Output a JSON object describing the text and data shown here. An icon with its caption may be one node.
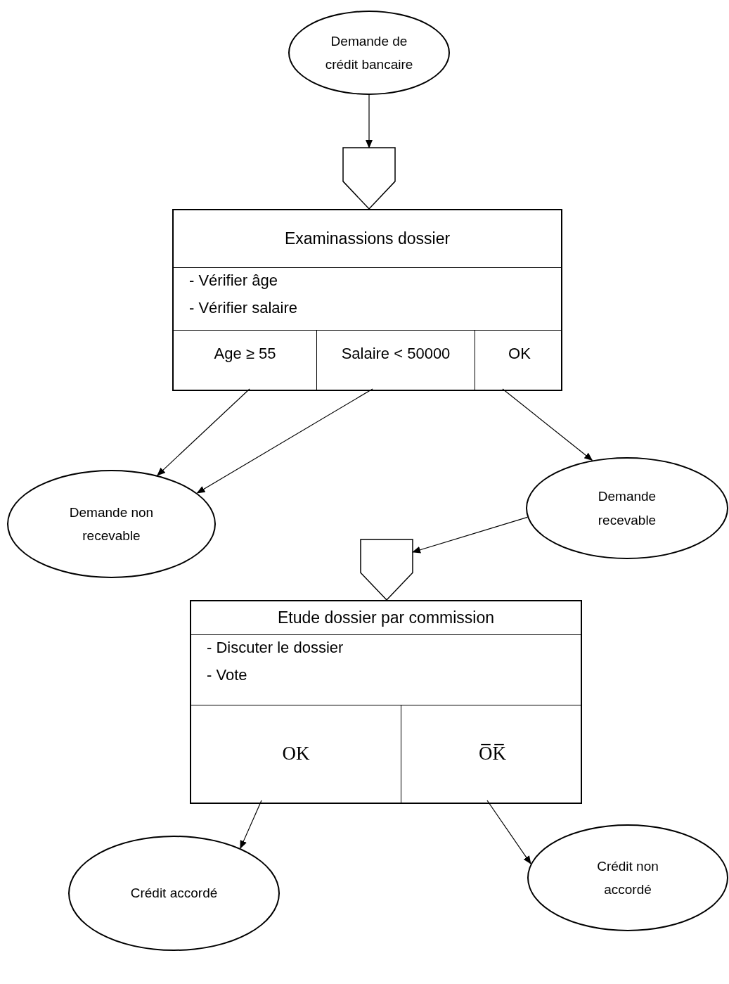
{
  "diagram": {
    "nodes": [
      {
        "text": [
          "Demande de crédit bancaire"
        ]
      },
      {
        "text": [],
        "shape": "pentagon"
      },
      {
        "text": [
          "Examinassions dossier",
          "- Vérifier âge",
          "- Vérifier salaire"
        ]
      },
      {
        "text": [
          "Age ≥ 55"
        ],
        "in": 2
      },
      {
        "text": [
          "Salaire < 50000"
        ],
        "in": 2
      },
      {
        "text": [
          "OK"
        ],
        "in": 2
      },
      {
        "text": [
          "Demande non recevable"
        ]
      },
      {
        "text": [
          "Demande recevable"
        ]
      },
      {
        "text": [],
        "shape": "pentagon"
      },
      {
        "text": [
          "Etude dossier par commission",
          "- Discuter le dossier",
          "- Vote"
        ]
      },
      {
        "text": [
          "OK"
        ],
        "in": 9
      },
      {
        "text": [
          "O̅K̅"
        ],
        "in": 9
      },
      {
        "text": [
          "Crédit accordé"
        ]
      },
      {
        "text": [
          "Crédit non accordé"
        ]
      }
    ],
    "edges": [
      {
        "from": 0,
        "to": 1,
        "arrow": "to"
      },
      {
        "from": 3,
        "to": 6,
        "arrow": "to"
      },
      {
        "from": 4,
        "to": 6,
        "arrow": "to"
      },
      {
        "from": 5,
        "to": 7,
        "arrow": "to"
      },
      {
        "from": 7,
        "to": 8,
        "arrow": "to"
      },
      {
        "from": 10,
        "to": 12,
        "arrow": "to"
      },
      {
        "from": 11,
        "to": 13,
        "arrow": "to"
      }
    ]
  }
}
